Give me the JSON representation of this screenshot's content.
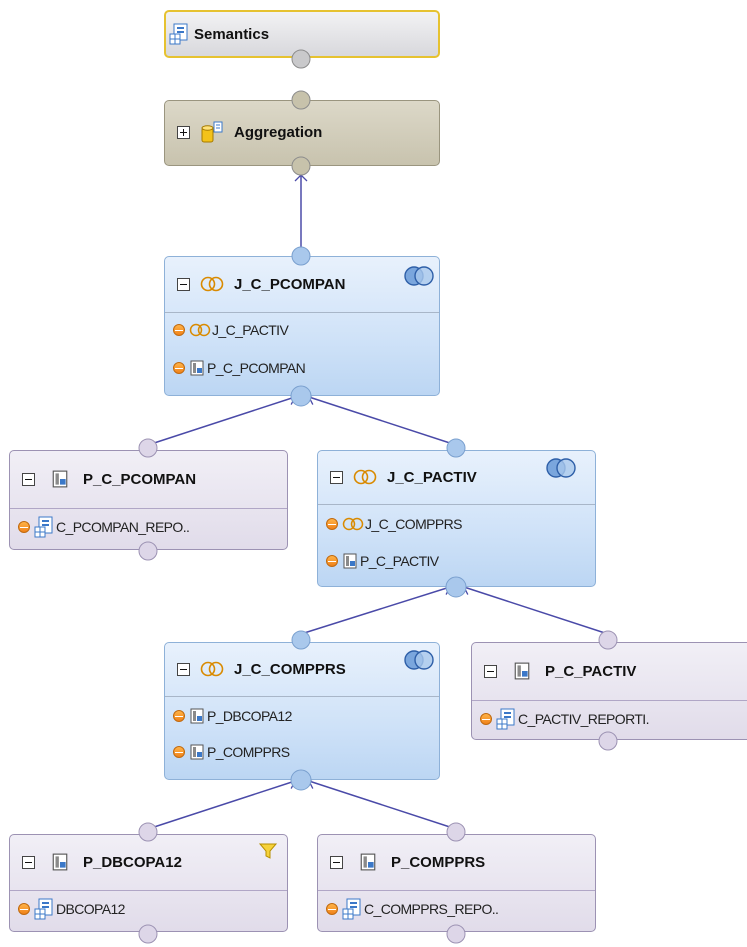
{
  "nodes": {
    "semantics": {
      "title": "Semantics"
    },
    "aggregation": {
      "title": "Aggregation"
    },
    "j_c_pcompan": {
      "title": "J_C_PCOMPAN",
      "inputs": [
        "J_C_PACTIV",
        "P_C_PCOMPAN"
      ]
    },
    "p_c_pcompan": {
      "title": "P_C_PCOMPAN",
      "inputs": [
        "C_PCOMPAN_REPO.."
      ]
    },
    "j_c_pactiv": {
      "title": "J_C_PACTIV",
      "inputs": [
        "J_C_COMPPRS",
        "P_C_PACTIV"
      ]
    },
    "j_c_compprs": {
      "title": "J_C_COMPPRS",
      "inputs": [
        "P_DBCOPA12",
        "P_COMPPRS"
      ]
    },
    "p_c_pactiv": {
      "title": "P_C_PACTIV",
      "inputs": [
        "C_PACTIV_REPORTI."
      ]
    },
    "p_dbcopa12": {
      "title": "P_DBCOPA12",
      "inputs": [
        "DBCOPA12"
      ]
    },
    "p_compprs": {
      "title": "P_COMPPRS",
      "inputs": [
        "C_COMPPRS_REPO.."
      ]
    }
  },
  "colors": {
    "join_node": "#cfe2f8",
    "projection_node": "#e1dcea",
    "aggregation_node": "#c8c3ae",
    "semantics_border": "#e6c230",
    "edge": "#4a4aa8",
    "port": "#a9c8ec"
  },
  "icons": {
    "semantics": "table-grid-icon",
    "aggregation": "aggregation-cylinder-icon",
    "join": "join-rings-icon",
    "projection": "projection-table-icon",
    "filter": "filter-funnel-icon",
    "input": "input-dot-icon",
    "collapse": "collapse-minus-icon",
    "expand": "expand-plus-icon"
  }
}
